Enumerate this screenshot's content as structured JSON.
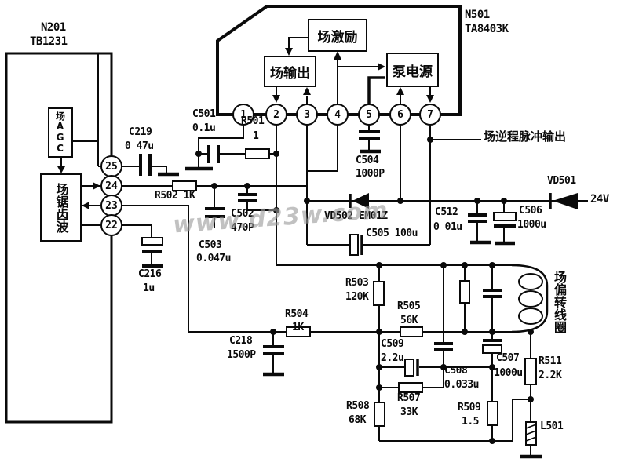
{
  "n201": {
    "ref": "N201",
    "part": "TB1231",
    "pins": [
      "25",
      "24",
      "23",
      "22"
    ],
    "agc_block": "场AGC",
    "sawtooth_block": "场锯齿波"
  },
  "n501": {
    "ref": "N501",
    "part": "TA8403K",
    "pins": [
      "1",
      "2",
      "3",
      "4",
      "5",
      "6",
      "7"
    ],
    "drive_block": "场激励",
    "output_block": "场输出",
    "pump_block": "泵电源"
  },
  "components": {
    "c219": {
      "ref": "C219",
      "value": "0 47u"
    },
    "c501": {
      "ref": "C501",
      "value": "0.1u"
    },
    "r501": {
      "ref": "R501",
      "value": "1"
    },
    "r502": {
      "label": "R502 1K"
    },
    "c502": {
      "ref": "C502",
      "value": "470P"
    },
    "c503": {
      "ref": "C503",
      "value": "0.047u"
    },
    "c216": {
      "ref": "C216",
      "value": "1u"
    },
    "c504": {
      "ref": "C504",
      "value": "1000P"
    },
    "vd502": {
      "label": "VD502 EM01Z"
    },
    "c505": {
      "label": "C505 100u"
    },
    "c512": {
      "ref": "C512",
      "value": "0 01u"
    },
    "c506": {
      "ref": "C506",
      "value": "1000u"
    },
    "vd501": {
      "label": "VD501"
    },
    "c218": {
      "ref": "C218",
      "value": "1500P"
    },
    "r504": {
      "ref": "R504",
      "value": "1K"
    },
    "r503": {
      "ref": "R503",
      "value": "120K"
    },
    "r505": {
      "ref": "R505",
      "value": "56K"
    },
    "c509": {
      "ref": "C509",
      "value": "2.2u"
    },
    "c508": {
      "ref": "C508",
      "value": "0.033u"
    },
    "c507": {
      "ref": "C507",
      "value": "1000u"
    },
    "r507": {
      "ref": "R507",
      "value": "33K"
    },
    "r508": {
      "ref": "R508",
      "value": "68K"
    },
    "r509": {
      "ref": "R509",
      "value": "1.5"
    },
    "r511": {
      "ref": "R511",
      "value": "2.2K"
    },
    "l501": {
      "label": "L501"
    }
  },
  "annotations": {
    "retrace_output": "场逆程脉冲输出",
    "supply": "24V",
    "deflection_coil": "场偏转线圈",
    "watermark": "www.d23w.com"
  }
}
